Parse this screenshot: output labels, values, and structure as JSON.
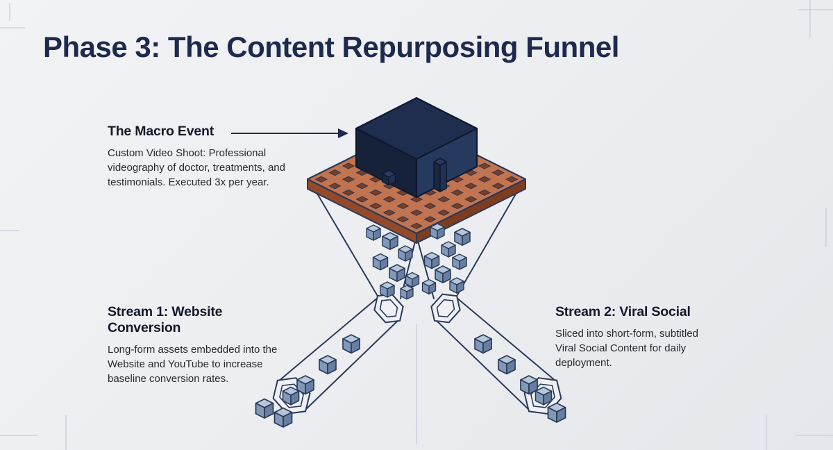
{
  "title": "Phase 3: The Content Repurposing Funnel",
  "annotations": {
    "macro_event": {
      "heading": "The Macro Event",
      "body": "Custom Video Shoot: Professional videography of doctor, treatments, and testimonials. Executed 3x per year."
    },
    "stream_1": {
      "heading": "Stream 1: Website Conversion",
      "body": "Long-form assets embedded into the Website and YouTube to increase baseline conversion rates."
    },
    "stream_2": {
      "heading": "Stream 2: Viral Social",
      "body": "Sliced into short-form, subtitled Viral Social Content for daily deployment."
    }
  },
  "diagram": {
    "colors": {
      "background": "#ebedf0",
      "title_navy": "#1d2a4d",
      "platform_top": "#c27450",
      "platform_side_left": "#93492a",
      "platform_side_right": "#7e3c20",
      "hole": "#7c3d22",
      "macro_cube_top": "#1f2e4f",
      "macro_cube_left": "#15223a",
      "macro_cube_right": "#263a60",
      "small_cube_top": "#b7c7db",
      "small_cube_left": "#8099ba",
      "small_cube_right": "#677ea1",
      "line": "#2b3a57"
    }
  }
}
